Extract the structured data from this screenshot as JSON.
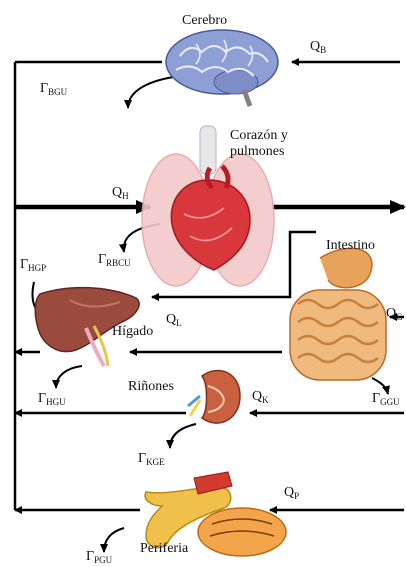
{
  "organs": {
    "brain": "Cerebro",
    "heart_lungs_line1": "Corazón y",
    "heart_lungs_line2": "pulmones",
    "intestine": "Intestino",
    "liver": "Hígado",
    "kidneys": "Riñones",
    "periphery": "Periferia"
  },
  "flows": {
    "qb": {
      "main": "Q",
      "sub": "B"
    },
    "qh": {
      "main": "Q",
      "sub": "H"
    },
    "ql": {
      "main": "Q",
      "sub": "L"
    },
    "qg": {
      "main": "Q",
      "sub": "G"
    },
    "qk": {
      "main": "Q",
      "sub": "K"
    },
    "qp": {
      "main": "Q",
      "sub": "P"
    }
  },
  "rates": {
    "bgu": {
      "main": "Γ",
      "sub": "BGU"
    },
    "rbcu": {
      "main": "Γ",
      "sub": "RBCU"
    },
    "hgp": {
      "main": "Γ",
      "sub": "HGP"
    },
    "hgu": {
      "main": "Γ",
      "sub": "HGU"
    },
    "ggu": {
      "main": "Γ",
      "sub": "GGU"
    },
    "kge": {
      "main": "Γ",
      "sub": "KGE"
    },
    "pgu": {
      "main": "Γ",
      "sub": "PGU"
    }
  },
  "colors": {
    "line": "#000000",
    "brain": "#8e9fd6",
    "heart": "#d8383c",
    "lungs": "#f3c9c9",
    "liver": "#9b4a3e",
    "intestine": "#e8a35a",
    "kidney": "#c9603f",
    "bone": "#f0c04a"
  }
}
